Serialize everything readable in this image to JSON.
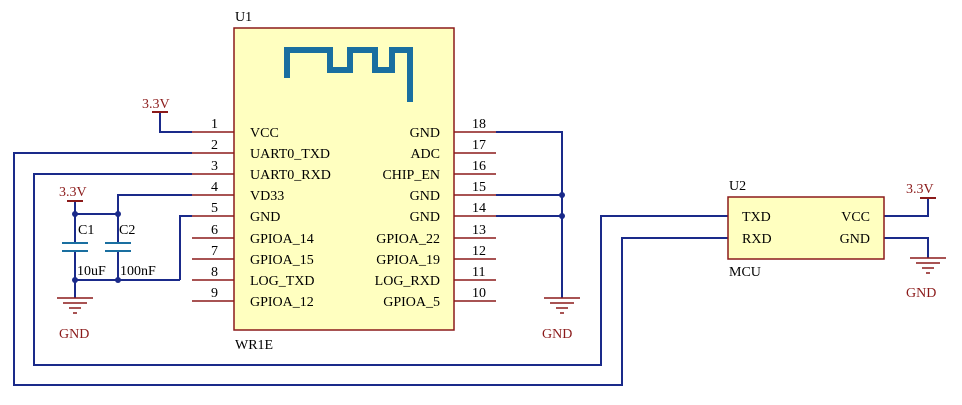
{
  "u1": {
    "ref": "U1",
    "part": "WR1E",
    "left_pins": [
      {
        "num": "1",
        "label": "VCC"
      },
      {
        "num": "2",
        "label": "UART0_TXD"
      },
      {
        "num": "3",
        "label": "UART0_RXD"
      },
      {
        "num": "4",
        "label": "VD33"
      },
      {
        "num": "5",
        "label": "GND"
      },
      {
        "num": "6",
        "label": "GPIOA_14"
      },
      {
        "num": "7",
        "label": "GPIOA_15"
      },
      {
        "num": "8",
        "label": "LOG_TXD"
      },
      {
        "num": "9",
        "label": "GPIOA_12"
      }
    ],
    "right_pins": [
      {
        "num": "18",
        "label": "GND"
      },
      {
        "num": "17",
        "label": "ADC"
      },
      {
        "num": "16",
        "label": "CHIP_EN"
      },
      {
        "num": "15",
        "label": "GND"
      },
      {
        "num": "14",
        "label": "GND"
      },
      {
        "num": "13",
        "label": "GPIOA_22"
      },
      {
        "num": "12",
        "label": "GPIOA_19"
      },
      {
        "num": "11",
        "label": "LOG_RXD"
      },
      {
        "num": "10",
        "label": "GPIOA_5"
      }
    ]
  },
  "u2": {
    "ref": "U2",
    "part": "MCU",
    "pins": {
      "txd": "TXD",
      "rxd": "RXD",
      "vcc": "VCC",
      "gnd": "GND"
    }
  },
  "c1": {
    "ref": "C1",
    "value": "10uF"
  },
  "c2": {
    "ref": "C2",
    "value": "100nF"
  },
  "power": {
    "v33_u1": "3.3V",
    "v33_caps": "3.3V",
    "v33_u2": "3.3V",
    "gnd_caps": "GND",
    "gnd_u1": "GND",
    "gnd_u2": "GND"
  },
  "colors": {
    "wire": "#1a2a8a",
    "component": "#8b1a1a",
    "body_fill": "#ffffc0",
    "antenna": "#1a6fa0",
    "capacitor": "#1a6fa0"
  }
}
